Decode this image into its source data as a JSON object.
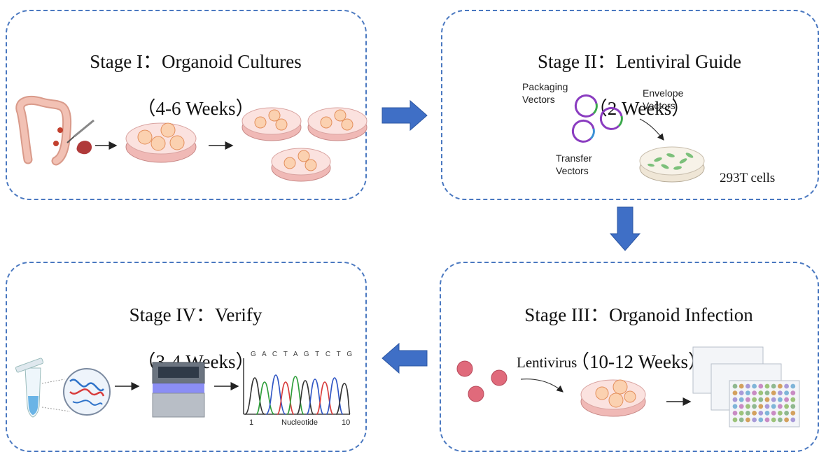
{
  "stage1": {
    "title": "Stage I：Organoid Cultures",
    "duration": "（4-6 Weeks）"
  },
  "stage2": {
    "title": "Stage II：Lentiviral Guide",
    "duration": "（2 Weeks）",
    "packaging": "Packaging\nVectors",
    "envelope": "Envelope\nVectors",
    "transfer": "Transfer\nVectors",
    "cells": "293T cells"
  },
  "stage3": {
    "title": "Stage III：Organoid Infection",
    "duration": "（10-12 Weeks）",
    "virus": "Lentivirus"
  },
  "stage4": {
    "title": "Stage IV：Verify",
    "duration": "（3-4 Weeks）",
    "sequence": "G A C T A G T C T G",
    "axis_start": "1",
    "axis_label": "Nucleotide",
    "axis_end": "10"
  },
  "colors": {
    "border": "#4a78c0",
    "arrow": "#3f6fc6",
    "dish": "#f2c4c2",
    "plasmid_purple": "#8a3cc0",
    "plasmid_green": "#3aa84b",
    "plasmid_blue": "#3a8fd6"
  }
}
